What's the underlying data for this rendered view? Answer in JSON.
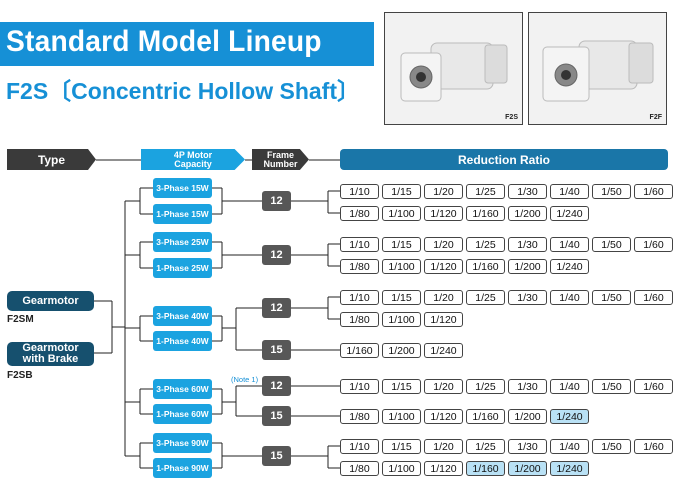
{
  "title": "Standard Model Lineup",
  "subtitle": "F2S〔Concentric Hollow Shaft〕",
  "photos": [
    {
      "caption": "F2S"
    },
    {
      "caption": "F2F"
    }
  ],
  "headers": {
    "type": "Type",
    "motor_1": "4P Motor",
    "motor_2": "Capacity",
    "frame_1": "Frame",
    "frame_2": "Number",
    "ratio": "Reduction Ratio"
  },
  "products": [
    {
      "label": "Gearmotor",
      "code": "F2SM"
    },
    {
      "label_1": "Gearmotor",
      "label_2": "with Brake",
      "code": "F2SB"
    }
  ],
  "note": "(Note 1)",
  "colors": {
    "accent": "#1690d6",
    "dark": "#3a3a3a",
    "motor": "#1ba3e0",
    "ratio_header": "#1a76a8",
    "highlight": "#b9e1f5"
  },
  "groups": [
    {
      "motors": [
        "3-Phase 15W",
        "1-Phase 15W"
      ],
      "frames": [
        {
          "number": "12",
          "rows": [
            [
              "1/10",
              "1/15",
              "1/20",
              "1/25",
              "1/30",
              "1/40",
              "1/50",
              "1/60"
            ],
            [
              "1/80",
              "1/100",
              "1/120",
              "1/160",
              "1/200",
              "1/240"
            ]
          ]
        }
      ]
    },
    {
      "motors": [
        "3-Phase 25W",
        "1-Phase 25W"
      ],
      "frames": [
        {
          "number": "12",
          "rows": [
            [
              "1/10",
              "1/15",
              "1/20",
              "1/25",
              "1/30",
              "1/40",
              "1/50",
              "1/60"
            ],
            [
              "1/80",
              "1/100",
              "1/120",
              "1/160",
              "1/200",
              "1/240"
            ]
          ]
        }
      ]
    },
    {
      "motors": [
        "3-Phase 40W",
        "1-Phase 40W"
      ],
      "frames": [
        {
          "number": "12",
          "rows": [
            [
              "1/10",
              "1/15",
              "1/20",
              "1/25",
              "1/30",
              "1/40",
              "1/50",
              "1/60"
            ],
            [
              "1/80",
              "1/100",
              "1/120"
            ]
          ]
        },
        {
          "number": "15",
          "rows": [
            [
              "1/160",
              "1/200",
              "1/240"
            ]
          ]
        }
      ]
    },
    {
      "motors": [
        "3-Phase 60W",
        "1-Phase 60W"
      ],
      "frames": [
        {
          "number": "12",
          "rows": [
            [
              "1/10",
              "1/15",
              "1/20",
              "1/25",
              "1/30",
              "1/40",
              "1/50",
              "1/60"
            ]
          ]
        },
        {
          "number": "15",
          "rows": [
            [
              "1/80",
              "1/100",
              "1/120",
              "1/160",
              "1/200",
              "1/240"
            ]
          ],
          "highlighted": [
            "1/240"
          ]
        }
      ]
    },
    {
      "motors": [
        "3-Phase 90W",
        "1-Phase 90W"
      ],
      "frames": [
        {
          "number": "15",
          "rows": [
            [
              "1/10",
              "1/15",
              "1/20",
              "1/25",
              "1/30",
              "1/40",
              "1/50",
              "1/60"
            ],
            [
              "1/80",
              "1/100",
              "1/120",
              "1/160",
              "1/200",
              "1/240"
            ]
          ],
          "highlighted": [
            "1/160",
            "1/200",
            "1/240"
          ]
        }
      ]
    }
  ]
}
